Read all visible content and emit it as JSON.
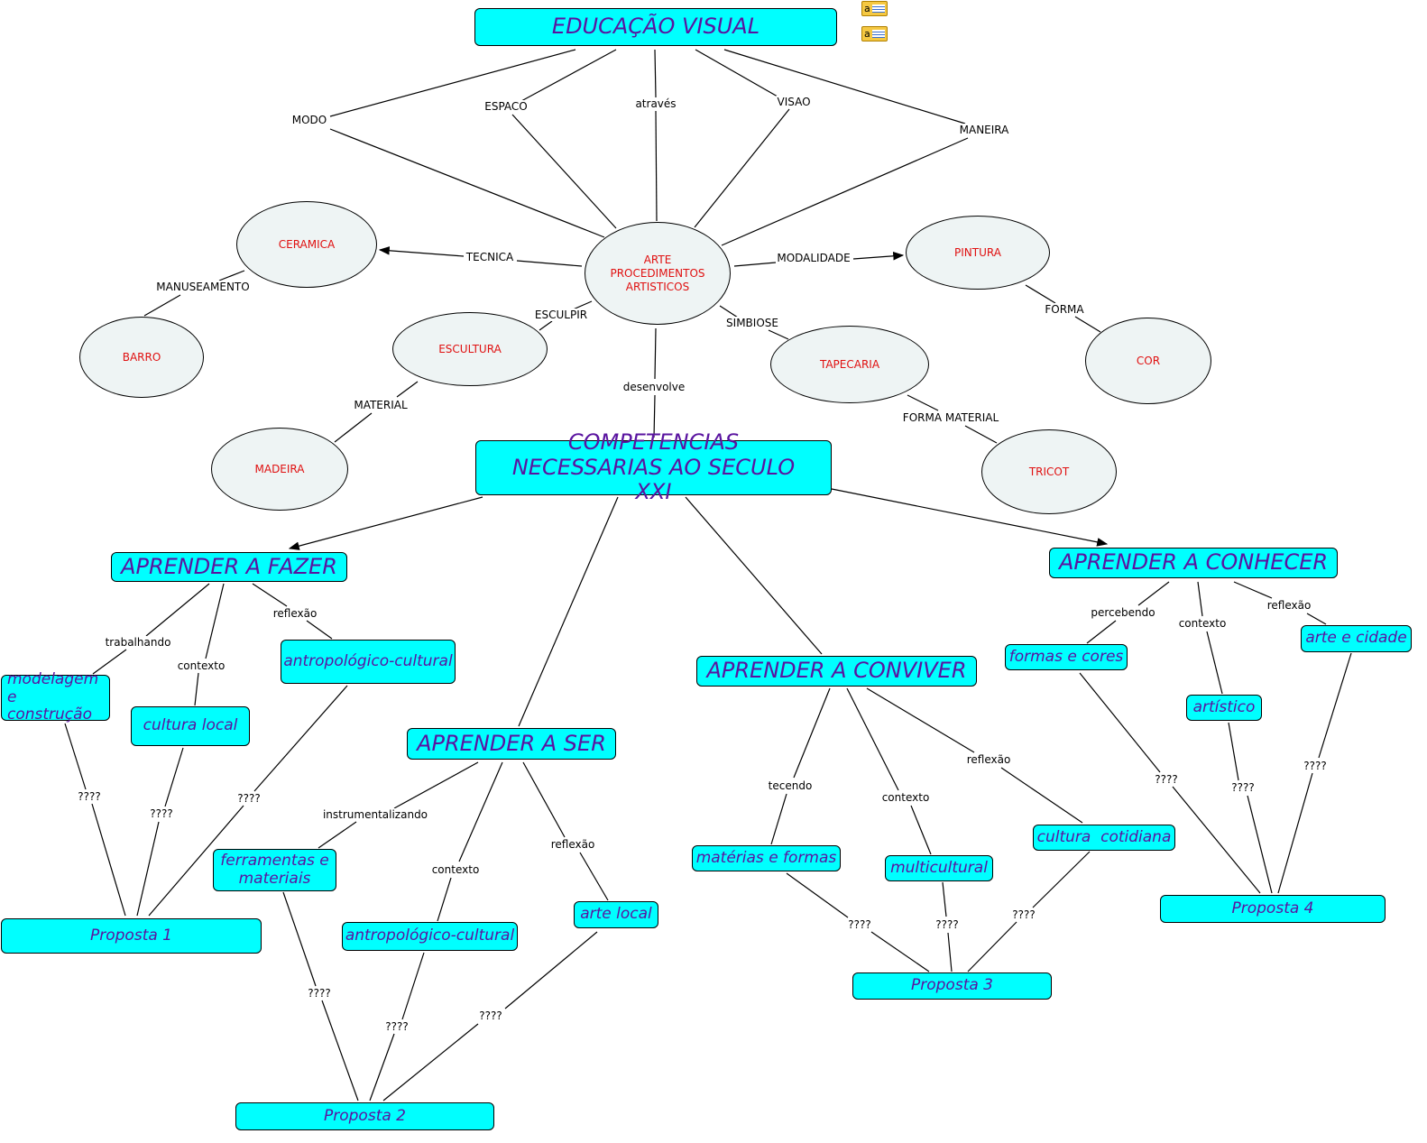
{
  "title": "EDUCAÇÃO VISUAL",
  "note_icons": [
    "annotation-icon",
    "annotation-icon"
  ],
  "concepts": {
    "arte": "ARTE PROCEDIMENTOS ARTISTICOS",
    "ceramica": "CERAMICA",
    "barro": "BARRO",
    "escultura": "ESCULTURA",
    "madeira": "MADEIRA",
    "pintura": "PINTURA",
    "cor": "COR",
    "tapecaria": "TAPECARIA",
    "tricot": "TRICOT",
    "competencias": "COMPETENCIAS NECESSARIAS AO SECULO XXI",
    "fazer": "APRENDER A FAZER",
    "conhecer": "APRENDER A CONHECER",
    "conviver": "APRENDER A CONVIVER",
    "ser": "APRENDER A SER",
    "modelagem": "modelagem e construção",
    "cultura_local": "cultura local",
    "antropologico1": "antropológico-cultural",
    "ferramentas": "ferramentas e materiais",
    "antropologico2": "antropológico-cultural",
    "arte_local": "arte local",
    "materias": "matérias e formas",
    "multicultural": "multicultural",
    "cotidiana": "cultura  cotidiana",
    "formas_cores": "formas e cores",
    "artistico": "artístico",
    "arte_cidade": "arte e cidade",
    "proposta1": "Proposta 1",
    "proposta2": "Proposta 2",
    "proposta3": "Proposta 3",
    "proposta4": "Proposta 4"
  },
  "links": {
    "modo": "MODO",
    "espaco": "ESPACO",
    "atraves": "através",
    "visao": "VISAO",
    "maneira": "MANEIRA",
    "tecnica": "TECNICA",
    "modalidade": "MODALIDADE",
    "manuseamento": "MANUSEAMENTO",
    "esculpir": "ESCULPIR",
    "simbiose": "SIMBIOSE",
    "forma": "FORMA",
    "material": "MATERIAL",
    "desenvolve": "desenvolve",
    "forma_material": "FORMA MATERIAL",
    "trabalhando": "trabalhando",
    "contexto_fazer": "contexto",
    "reflexao_fazer": "reflexão",
    "percebendo": "percebendo",
    "contexto_conhecer": "contexto",
    "reflexao_conhecer": "reflexão",
    "tecendo": "tecendo",
    "contexto_conviver": "contexto",
    "reflexao_conviver": "reflexão",
    "instrumentalizando": "instrumentalizando",
    "contexto_ser": "contexto",
    "reflexao_ser": "reflexão",
    "q": "????"
  }
}
